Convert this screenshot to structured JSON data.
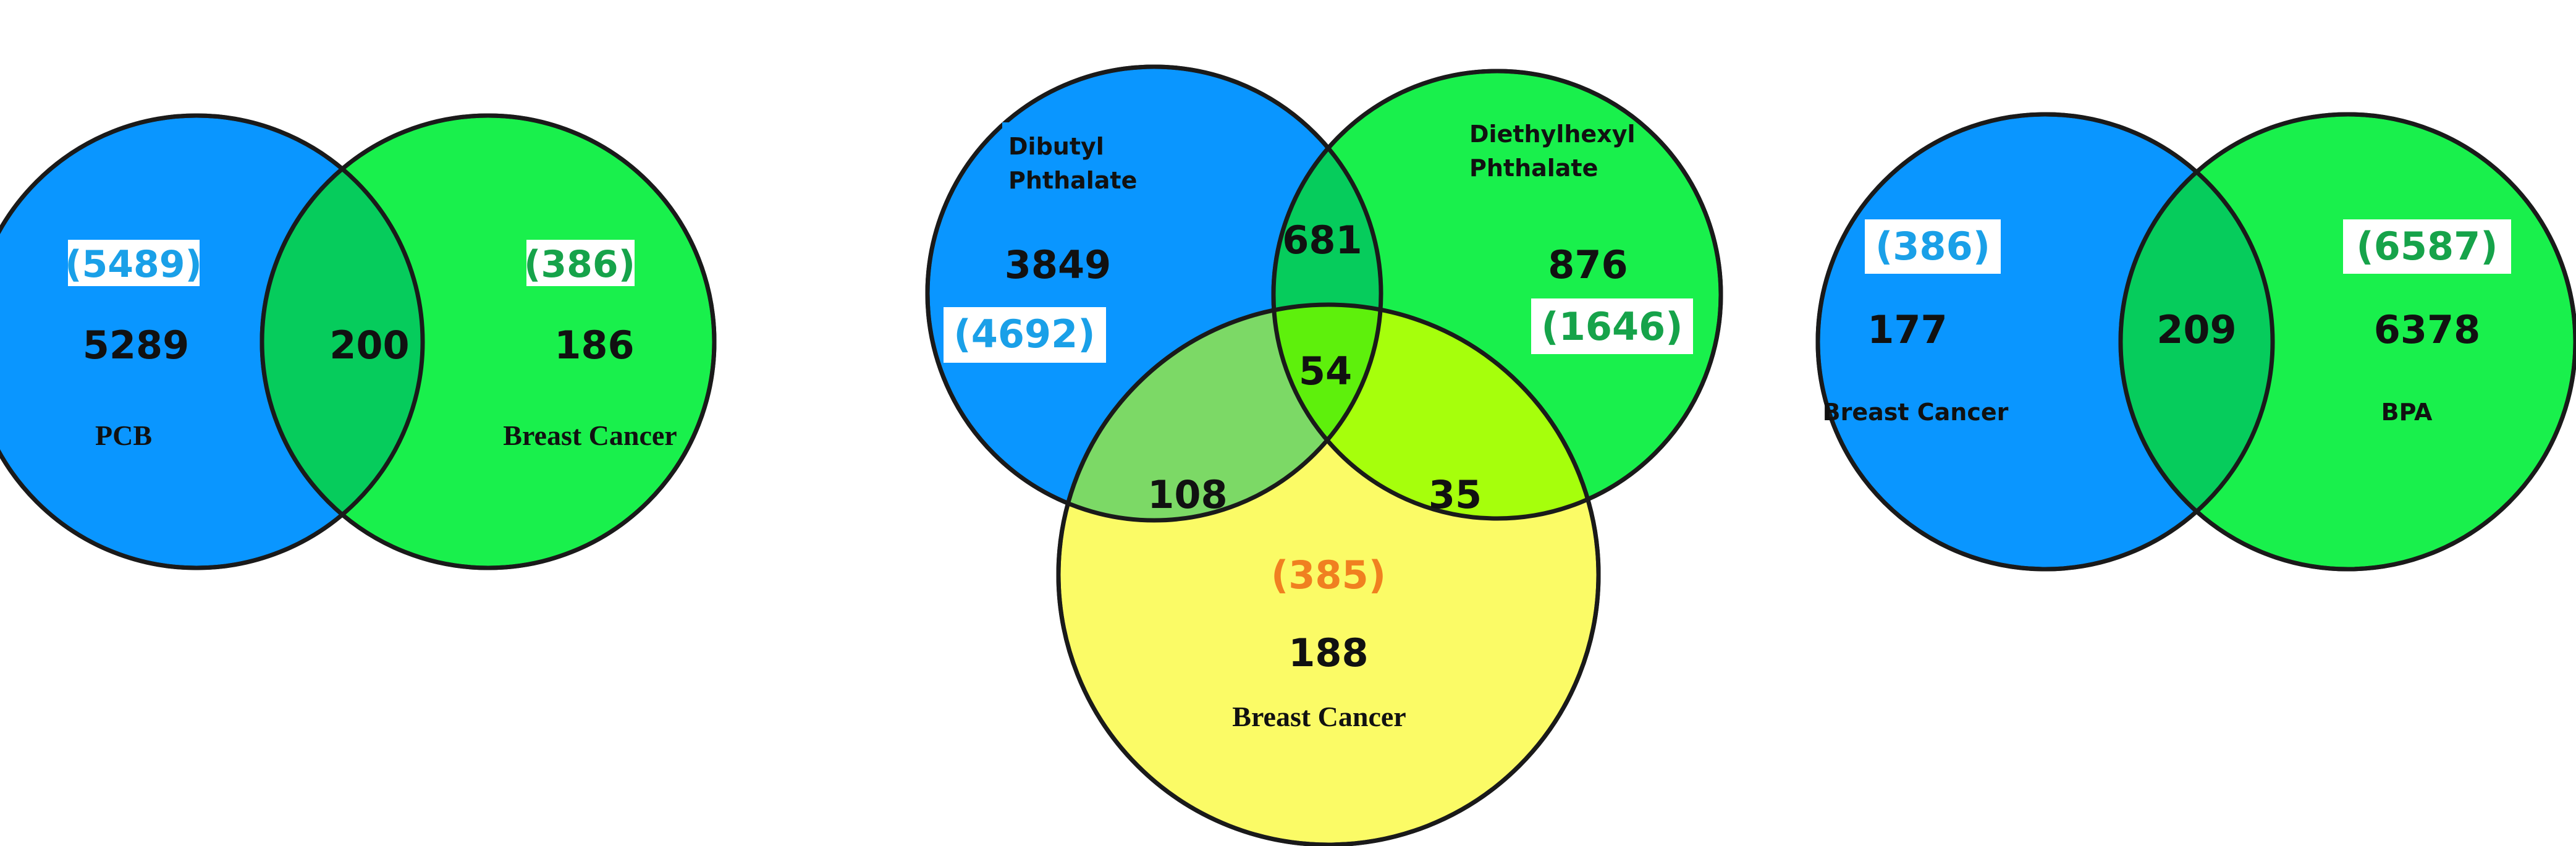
{
  "colors": {
    "blue": "#0a96ff",
    "green": "#19f04c",
    "yellow": "#fbfb66",
    "blue_green_overlap": "#06cc5c",
    "blue_yellow_overlap": "#7cd966",
    "green_yellow_overlap": "#a6ff0c",
    "center_overlap": "#5ef00c",
    "paren_blue": "#1aa0e8",
    "paren_green": "#16a34a",
    "paren_orange": "#f08020"
  },
  "venn_left": {
    "set_a": {
      "name": "PCB",
      "total": "(5489)",
      "only": "5289"
    },
    "set_b": {
      "name": "Breast Cancer",
      "total": "(386)",
      "only": "186"
    },
    "intersection": "200"
  },
  "venn_middle": {
    "set_a": {
      "name_line1": "Dibutyl",
      "name_line2": "Phthalate",
      "total": "(4692)",
      "only": "3849"
    },
    "set_b": {
      "name_line1": "Diethylhexyl",
      "name_line2": "Phthalate",
      "total": "(1646)",
      "only": "876"
    },
    "set_c": {
      "name": "Breast Cancer",
      "total": "(385)",
      "only": "188"
    },
    "ab": "681",
    "ac": "108",
    "bc": "35",
    "abc": "54"
  },
  "venn_right": {
    "set_a": {
      "name": "Breast Cancer",
      "total": "(386)",
      "only": "177"
    },
    "set_b": {
      "name": "BPA",
      "total": "(6587)",
      "only": "6378"
    },
    "intersection": "209"
  }
}
